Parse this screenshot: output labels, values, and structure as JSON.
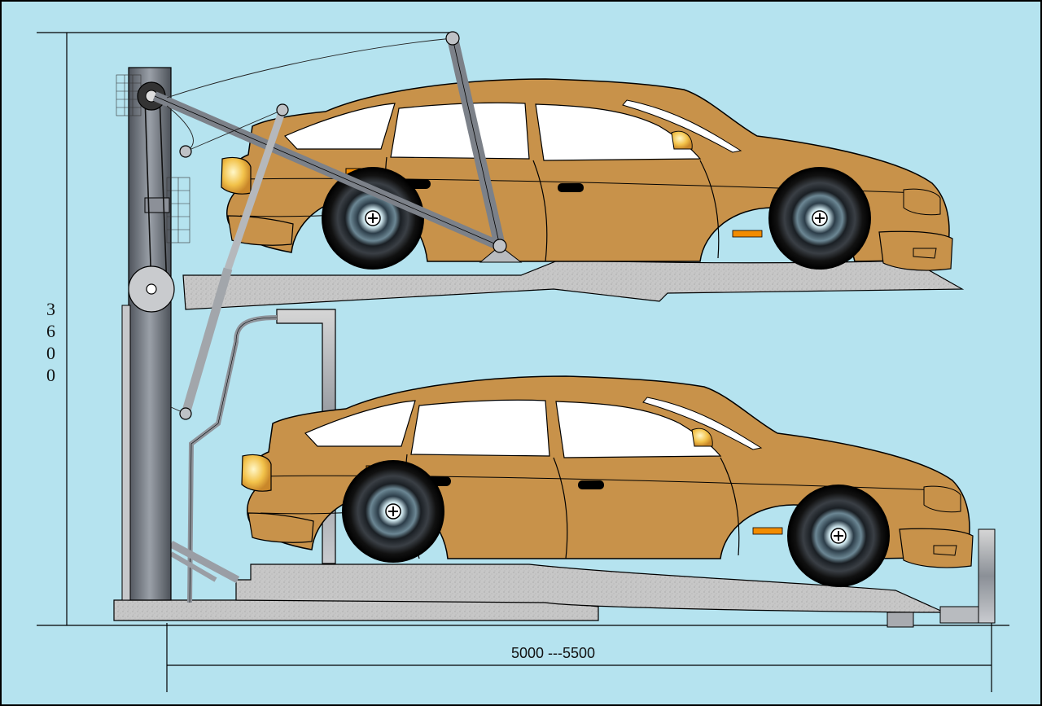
{
  "diagram": {
    "height_dimension": [
      "3",
      "6",
      "0",
      "0"
    ],
    "length_dimension": "5000 ---5500"
  },
  "colors": {
    "background": "#b5e3ef",
    "car_body": "#c8924a",
    "ramp": "#c9c9c9",
    "column": "#6f737a",
    "indicator": "#f28c00"
  }
}
